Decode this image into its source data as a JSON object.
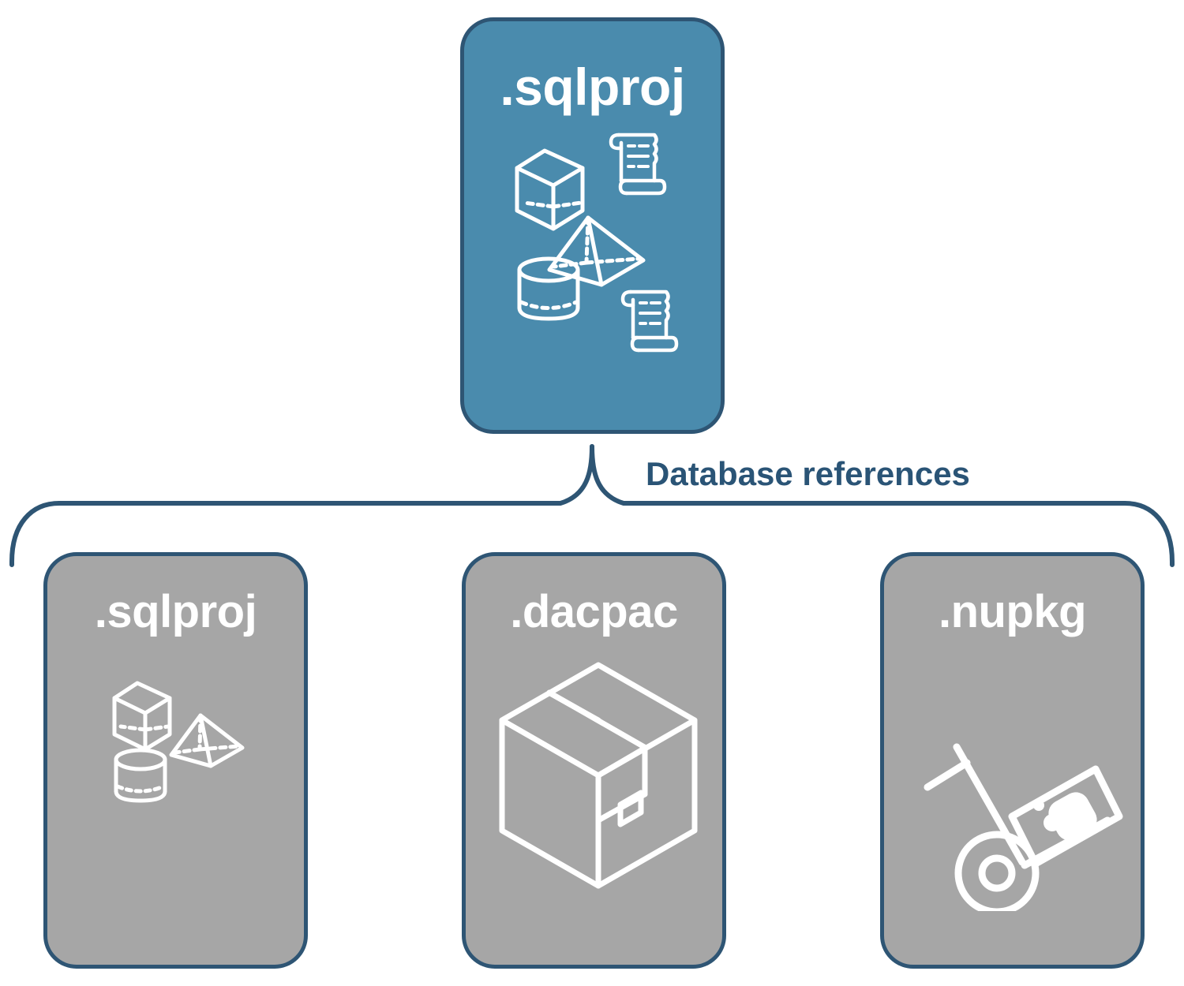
{
  "diagram": {
    "title_text": "Database references",
    "colors": {
      "primary_fill": "#4a8bad",
      "secondary_fill": "#a6a6a6",
      "outline": "#2e5574",
      "icon_stroke": "#ffffff",
      "label_text": "#2a5476",
      "background": "#ffffff"
    },
    "root": {
      "label": ".sqlproj",
      "fill_role": "primary",
      "icons": [
        "cube-wireframe-icon",
        "scroll-script-icon",
        "pyramid-wireframe-icon",
        "cylinder-wireframe-icon",
        "scroll-script-icon"
      ]
    },
    "connector": {
      "type": "curly-brace",
      "label": "Database references",
      "branch_count": 3
    },
    "children": [
      {
        "label": ".sqlproj",
        "fill_role": "secondary",
        "icons": [
          "cube-wireframe-icon",
          "pyramid-wireframe-icon",
          "cylinder-wireframe-icon"
        ]
      },
      {
        "label": ".dacpac",
        "fill_role": "secondary",
        "icons": [
          "package-box-icon"
        ]
      },
      {
        "label": ".nupkg",
        "fill_role": "secondary",
        "icons": [
          "hand-truck-package-icon"
        ]
      }
    ]
  }
}
